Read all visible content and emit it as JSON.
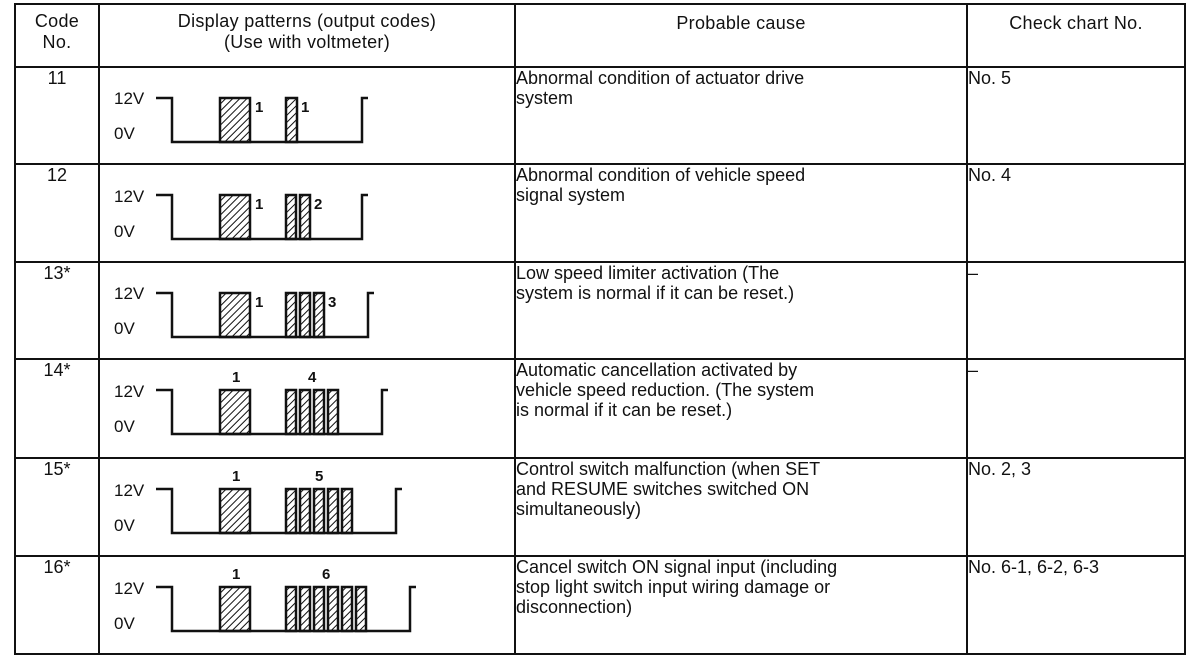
{
  "headers": {
    "code": [
      "Code",
      "No."
    ],
    "display": [
      "Display patterns (output codes)",
      "(Use with voltmeter)"
    ],
    "cause": "Probable cause",
    "check": "Check chart No."
  },
  "voltage_high": "12V",
  "voltage_low": "0V",
  "rows": [
    {
      "code": "11",
      "first_count": "1",
      "second_count": "1",
      "cause_lines": [
        "Abnormal condition of actuator drive",
        "system"
      ],
      "check": "No. 5"
    },
    {
      "code": "12",
      "first_count": "1",
      "second_count": "2",
      "cause_lines": [
        "Abnormal condition of vehicle speed",
        "signal system"
      ],
      "check": "No. 4"
    },
    {
      "code": "13*",
      "first_count": "1",
      "second_count": "3",
      "cause_lines": [
        "Low speed limiter activation (The",
        "system is normal if it can be reset.)"
      ],
      "check": "–"
    },
    {
      "code": "14*",
      "first_count": "1",
      "second_count": "4",
      "cause_lines": [
        "Automatic cancellation activated by",
        "vehicle speed reduction. (The system",
        "is normal if it can be reset.)"
      ],
      "check": "–"
    },
    {
      "code": "15*",
      "first_count": "1",
      "second_count": "5",
      "cause_lines": [
        "Control switch malfunction (when SET",
        "and RESUME switches switched ON",
        "simultaneously)"
      ],
      "check": "No. 2, 3"
    },
    {
      "code": "16*",
      "first_count": "1",
      "second_count": "6",
      "cause_lines": [
        "Cancel switch ON signal input (including",
        "stop light switch input wiring damage or",
        "disconnection)"
      ],
      "check": "No. 6-1, 6-2, 6-3"
    }
  ]
}
